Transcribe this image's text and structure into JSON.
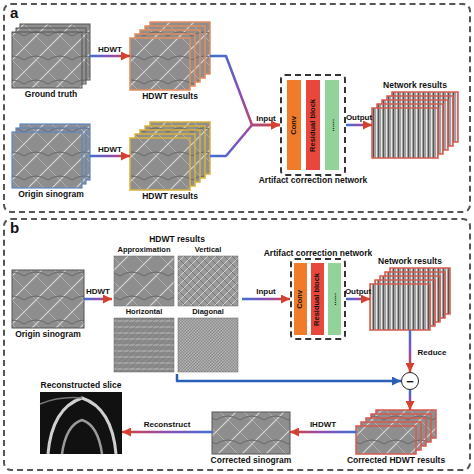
{
  "diagram": {
    "nodes": [
      {
        "text": [
          "a"
        ]
      },
      {
        "text": [
          "Ground truth"
        ],
        "in": 0
      },
      {
        "text": [
          "HDWT results"
        ],
        "in": 0
      },
      {
        "text": [
          "Origin sinogram"
        ],
        "in": 0
      },
      {
        "text": [
          "HDWT results"
        ],
        "in": 0
      },
      {
        "text": [
          "Artifact correction network"
        ],
        "in": 0
      },
      {
        "text": [
          "Conv"
        ],
        "in": 5
      },
      {
        "text": [
          "Residual block"
        ],
        "in": 5
      },
      {
        "text": [
          "......"
        ],
        "in": 5
      },
      {
        "text": [
          "Network results"
        ],
        "in": 0
      },
      {
        "text": [
          "b"
        ]
      },
      {
        "text": [
          "Origin sinogram"
        ],
        "in": 10
      },
      {
        "text": [
          "HDWT results"
        ],
        "in": 10
      },
      {
        "text": [
          "Approximation"
        ],
        "in": 12
      },
      {
        "text": [
          "Vertical"
        ],
        "in": 12
      },
      {
        "text": [
          "Horizontal"
        ],
        "in": 12
      },
      {
        "text": [
          "Diagonal"
        ],
        "in": 12
      },
      {
        "text": [
          "Artifact correction network"
        ],
        "in": 10
      },
      {
        "text": [
          "Conv"
        ],
        "in": 17
      },
      {
        "text": [
          "Residual block"
        ],
        "in": 17
      },
      {
        "text": [
          "......"
        ],
        "in": 17
      },
      {
        "text": [
          "Network results"
        ],
        "in": 10
      },
      {
        "text": [
          "−"
        ],
        "in": 10
      },
      {
        "text": [
          "Corrected HDWT results"
        ],
        "in": 10
      },
      {
        "text": [
          "Corrected sinogram"
        ],
        "in": 10
      },
      {
        "text": [
          "Reconstructed slice"
        ],
        "in": 10
      }
    ],
    "edges": [
      {
        "from": 1,
        "to": 2,
        "label": "HDWT",
        "arrow": "to"
      },
      {
        "from": 3,
        "to": 4,
        "label": "HDWT",
        "arrow": "to"
      },
      {
        "from": 2,
        "to": 5,
        "label": "Input",
        "arrow": "to"
      },
      {
        "from": 4,
        "to": 5,
        "arrow": "to"
      },
      {
        "from": 5,
        "to": 9,
        "label": "Output",
        "arrow": "to"
      },
      {
        "from": 11,
        "to": 12,
        "label": "HDWT",
        "arrow": "to"
      },
      {
        "from": 12,
        "to": 17,
        "label": "Input",
        "arrow": "to"
      },
      {
        "from": 17,
        "to": 21,
        "label": "Output",
        "arrow": "to"
      },
      {
        "from": 21,
        "to": 22,
        "label": "Reduce",
        "arrow": "to"
      },
      {
        "from": 12,
        "to": 22,
        "arrow": "to"
      },
      {
        "from": 22,
        "to": 23,
        "arrow": "to"
      },
      {
        "from": 23,
        "to": 24,
        "label": "IHDWT",
        "arrow": "to"
      },
      {
        "from": 24,
        "to": 25,
        "label": "Reconstruct",
        "arrow": "to"
      }
    ]
  }
}
